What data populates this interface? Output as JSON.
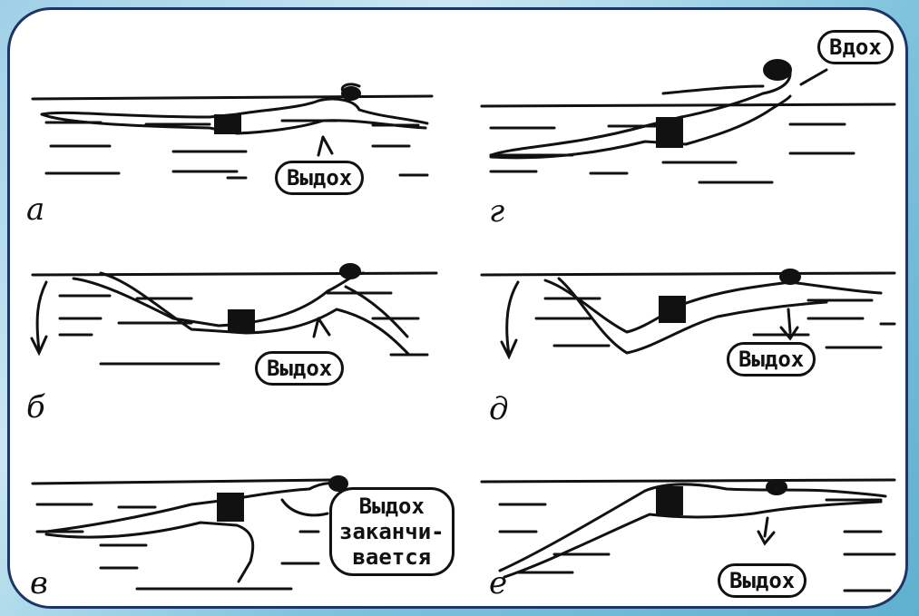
{
  "panels": [
    {
      "letter": "а",
      "bubble": [
        "Выдох"
      ]
    },
    {
      "letter": "г",
      "bubble": [
        "Вдох"
      ]
    },
    {
      "letter": "б",
      "bubble": [
        "Выдох"
      ]
    },
    {
      "letter": "д",
      "bubble": [
        "Выдох"
      ]
    },
    {
      "letter": "в",
      "bubble": [
        "Выдох",
        "заканчи-",
        "вается"
      ]
    },
    {
      "letter": "е",
      "bubble": [
        "Выдох"
      ]
    }
  ],
  "colors": {
    "frame_border": "#1d3566",
    "ink": "#111111",
    "skin": "#ffffff",
    "trunks": "#111111"
  }
}
